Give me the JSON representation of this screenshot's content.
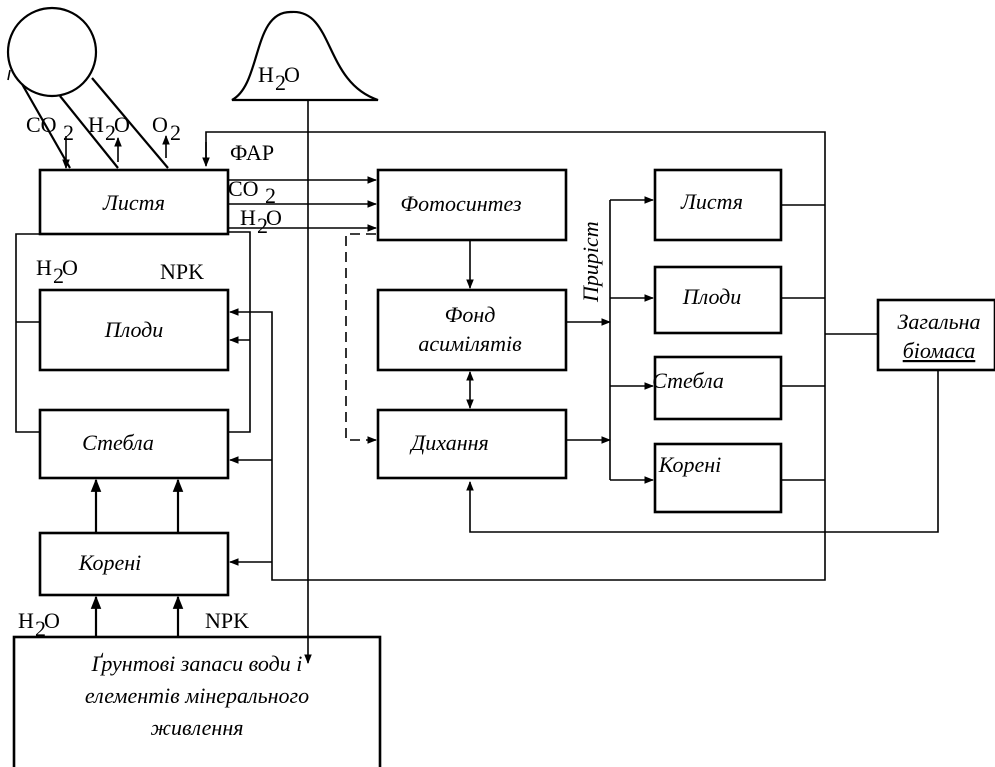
{
  "boxes": {
    "left_leaves": "Листя",
    "left_fruits": "Плоди",
    "left_stems": "Стебла",
    "left_roots": "Корені",
    "soil_line1": "Ґрунтові запаси води і",
    "soil_line2": "елементів мінерального",
    "soil_line3": "живлення",
    "photosynthesis": "Фотосинтез",
    "assim_line1": "Фонд",
    "assim_line2": "асимілятів",
    "respiration": "Дихання",
    "right_leaves": "Листя",
    "right_fruits": "Плоди",
    "right_stems": "Стебла",
    "right_roots": "Корені",
    "biomass_line1": "Загальна",
    "biomass_line2": "біомаса"
  },
  "labels": {
    "h2o": "H",
    "h2o_sub": "2",
    "h2o_o": "O",
    "co2": "CO",
    "co2_sub": "2",
    "o2": "O",
    "o2_sub": "2",
    "far": "ФАР",
    "npk": "NPK",
    "growth": "Приріст"
  },
  "colors": {
    "ink": "#000000",
    "background": "#ffffff"
  }
}
